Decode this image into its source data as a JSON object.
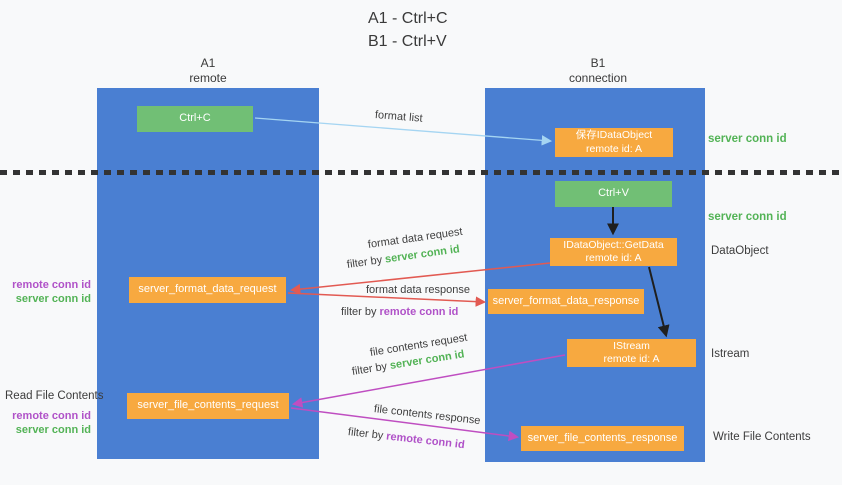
{
  "title": {
    "line1": "A1 - Ctrl+C",
    "line2": "B1 - Ctrl+V"
  },
  "columns": {
    "a1": {
      "name": "A1",
      "role": "remote"
    },
    "b1": {
      "name": "B1",
      "role": "connection"
    }
  },
  "nodes": {
    "ctrl_c": "Ctrl+C",
    "ctrl_v": "Ctrl+V",
    "save_dataobject": {
      "line1": "保存IDataObject",
      "line2": "remote id: A"
    },
    "getdata": {
      "line1": "IDataObject::GetData",
      "line2": "remote id: A"
    },
    "format_request": "server_format_data_request",
    "format_response": "server_format_data_response",
    "istream": {
      "line1": "IStream",
      "line2": "remote id: A"
    },
    "file_request": "server_file_contents_request",
    "file_response": "server_file_contents_response"
  },
  "labels": {
    "format_list": "format list",
    "format_data_request": "format data request",
    "format_data_response": "format data response",
    "file_contents_request": "file contents request",
    "file_contents_response": "file contents response",
    "filter_by": "filter by ",
    "server_conn_id": "server conn id",
    "remote_conn_id": "remote conn id",
    "dataobject": "DataObject",
    "istream": "Istream",
    "read_file_contents": "Read File Contents",
    "write_file_contents": "Write File Contents"
  },
  "colors": {
    "background": "#f8f9fa",
    "lifeline_blue": "#4a7fd2",
    "node_green": "#71bf75",
    "node_orange": "#f7a940",
    "arrow_red": "#e25a52",
    "arrow_magenta": "#bf4ec1",
    "arrow_lightblue": "#a5d5f2",
    "arrow_black": "#1f1f1f",
    "text_green": "#53b356",
    "text_purple": "#b052c8"
  }
}
